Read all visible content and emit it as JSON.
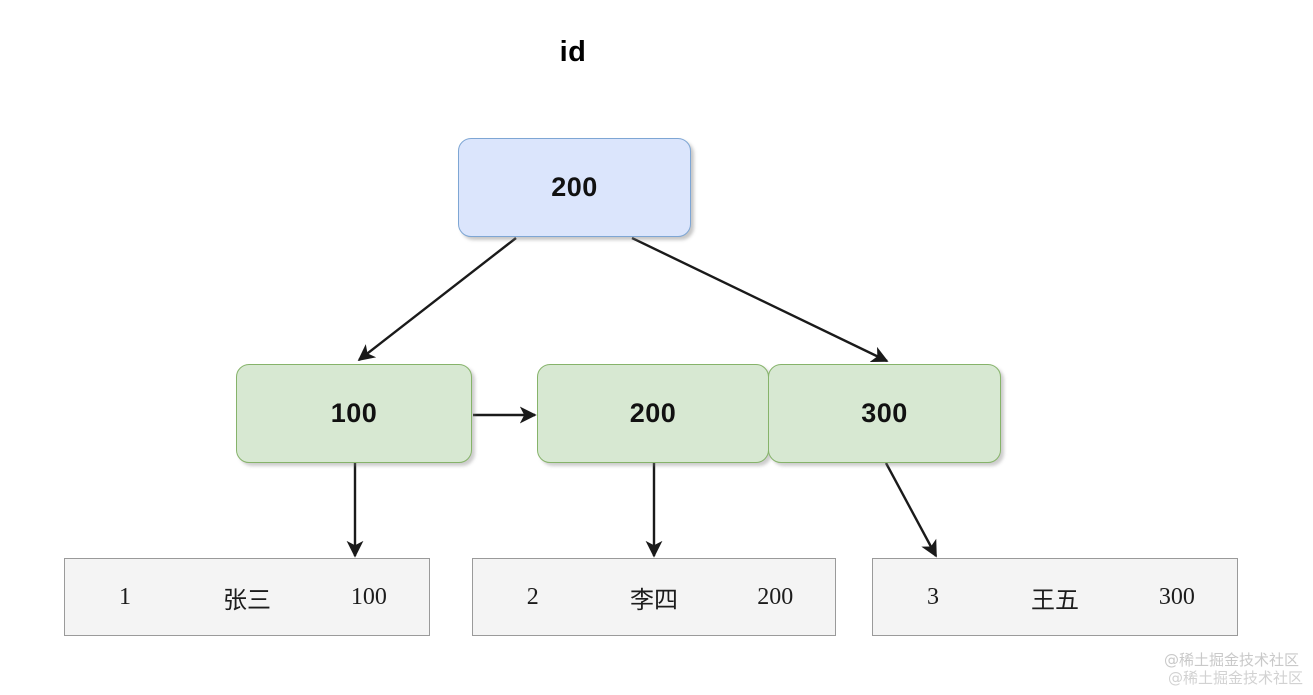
{
  "title": "id",
  "tree": {
    "root": {
      "label": "200"
    },
    "leaves": [
      {
        "label": "100"
      },
      {
        "label": "200"
      },
      {
        "label": "300"
      }
    ]
  },
  "records": [
    {
      "id": "1",
      "name": "张三",
      "value": "100"
    },
    {
      "id": "2",
      "name": "李四",
      "value": "200"
    },
    {
      "id": "3",
      "name": "王五",
      "value": "300"
    }
  ],
  "watermark": {
    "line1": "@稀土掘金技术社区",
    "line2": "@稀土掘金技术社区"
  },
  "colors": {
    "root_fill": "#dbe5fc",
    "root_border": "#7ea6d4",
    "leaf_fill": "#d7e8d2",
    "leaf_border": "#86b36a",
    "record_fill": "#f4f4f4",
    "record_border": "#9a9a9a",
    "edge": "#1a1a1a",
    "background": "#ffffff"
  }
}
